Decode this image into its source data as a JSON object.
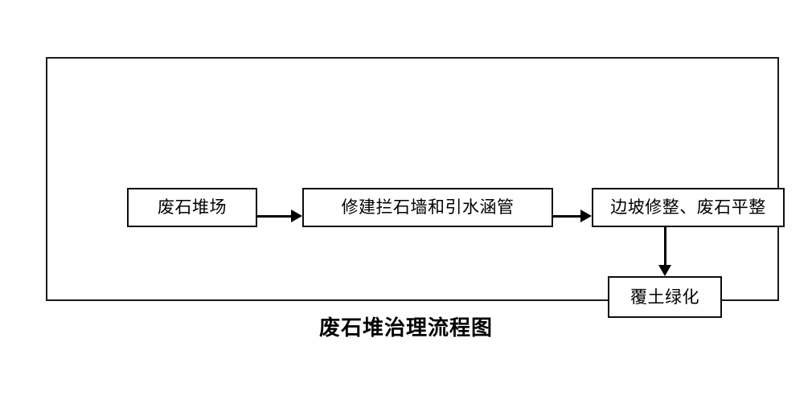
{
  "figure": {
    "caption": "废石堆治理流程图",
    "frame_color": "#1a1a1a",
    "box_border_color": "#0d0d0d",
    "arrow_color": "#000000",
    "background_color": "#ffffff"
  },
  "flowchart": {
    "type": "process-flow",
    "nodes": [
      {
        "id": "waste-rock-yard",
        "label": "废石堆场"
      },
      {
        "id": "build-wall-culvert",
        "label": "修建拦石墙和引水涵管"
      },
      {
        "id": "slope-leveling",
        "label": "边坡修整、废石平整"
      },
      {
        "id": "soil-greening",
        "label": "覆土绿化"
      }
    ],
    "edges": [
      {
        "id": "yard-to-wall",
        "from": "waste-rock-yard",
        "to": "build-wall-culvert",
        "direction": "right"
      },
      {
        "id": "wall-to-slope",
        "from": "build-wall-culvert",
        "to": "slope-leveling",
        "direction": "right"
      },
      {
        "id": "slope-to-greening",
        "from": "slope-leveling",
        "to": "soil-greening",
        "direction": "down"
      }
    ]
  }
}
